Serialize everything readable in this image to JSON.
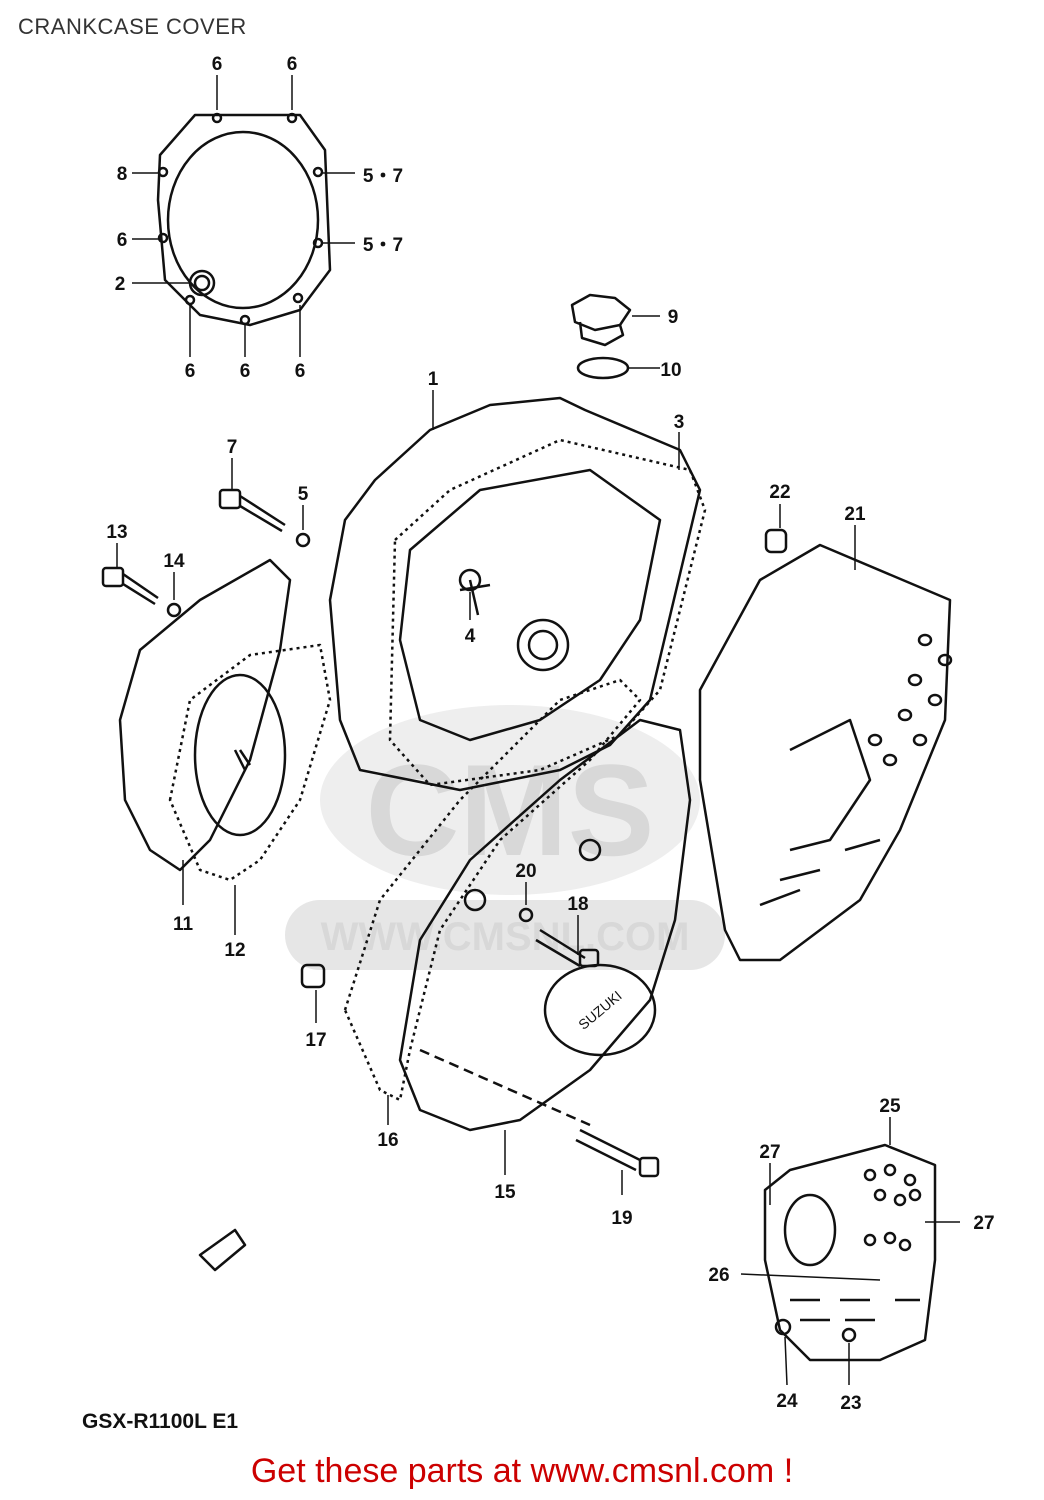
{
  "title": "CRANKCASE COVER",
  "model": "GSX-R1100L E1",
  "footer": "Get these parts at www.cmsnl.com !",
  "watermark": {
    "logo": "CMS",
    "url": "WWW.CMSNL.COM"
  },
  "brand_on_cover": "SUZUKI",
  "colors": {
    "footer_text": "#cc0000",
    "line": "#111111",
    "title_text": "#333333"
  },
  "callouts": [
    {
      "id": "c6a",
      "label": "6"
    },
    {
      "id": "c6b",
      "label": "6"
    },
    {
      "id": "c8",
      "label": "8"
    },
    {
      "id": "c57a",
      "label": "5・7"
    },
    {
      "id": "c6c",
      "label": "6"
    },
    {
      "id": "c57b",
      "label": "5・7"
    },
    {
      "id": "c2",
      "label": "2"
    },
    {
      "id": "c6d",
      "label": "6"
    },
    {
      "id": "c6e",
      "label": "6"
    },
    {
      "id": "c6f",
      "label": "6"
    },
    {
      "id": "c9",
      "label": "9"
    },
    {
      "id": "c10",
      "label": "10"
    },
    {
      "id": "c1",
      "label": "1"
    },
    {
      "id": "c3",
      "label": "3"
    },
    {
      "id": "c7",
      "label": "7"
    },
    {
      "id": "c5",
      "label": "5"
    },
    {
      "id": "c13",
      "label": "13"
    },
    {
      "id": "c14",
      "label": "14"
    },
    {
      "id": "c4",
      "label": "4"
    },
    {
      "id": "c22",
      "label": "22"
    },
    {
      "id": "c21",
      "label": "21"
    },
    {
      "id": "c11",
      "label": "11"
    },
    {
      "id": "c12",
      "label": "12"
    },
    {
      "id": "c20",
      "label": "20"
    },
    {
      "id": "c18",
      "label": "18"
    },
    {
      "id": "c17",
      "label": "17"
    },
    {
      "id": "c16",
      "label": "16"
    },
    {
      "id": "c15",
      "label": "15"
    },
    {
      "id": "c19",
      "label": "19"
    },
    {
      "id": "c25",
      "label": "25"
    },
    {
      "id": "c27a",
      "label": "27"
    },
    {
      "id": "c27b",
      "label": "27"
    },
    {
      "id": "c26",
      "label": "26"
    },
    {
      "id": "c24",
      "label": "24"
    },
    {
      "id": "c23",
      "label": "23"
    }
  ]
}
